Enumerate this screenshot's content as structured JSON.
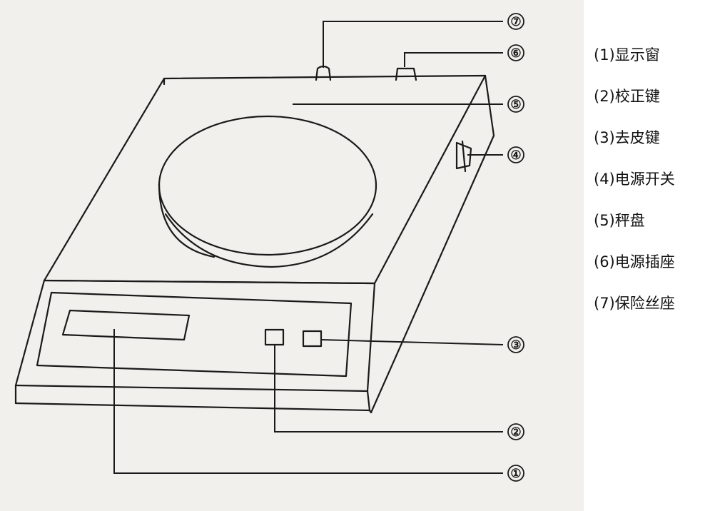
{
  "markers": [
    "⑦",
    "⑥",
    "⑤",
    "④",
    "③",
    "②",
    "①"
  ],
  "legend": [
    "(1)显示窗",
    "(2)校正键",
    "(3)去皮键",
    "(4)电源开关",
    "(5)秤盘",
    "(6)电源插座",
    "(7)保险丝座"
  ],
  "colors": {
    "line": "#1a1a1a",
    "panel_background": "#f1f0ec",
    "page_background": "#ffffff"
  }
}
